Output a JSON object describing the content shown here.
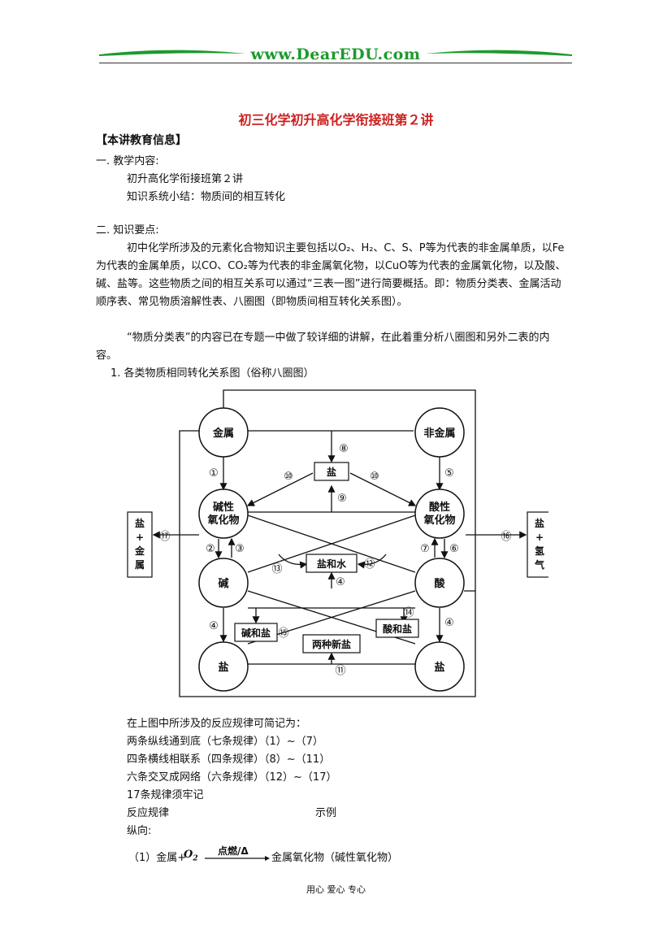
{
  "header": {
    "brand": "www.DearEDU.com"
  },
  "title": "初三化学初升高化学衔接班第２讲",
  "section_heading": "【本讲教育信息】",
  "content": {
    "item1": "一. 教学内容:",
    "line1": "初升高化学衔接班第２讲",
    "line2": "知识系统小结：物质间的相互转化",
    "item2": "二. 知识要点:",
    "para1": "初中化学所涉及的元素化合物知识主要包括以O₂、H₂、C、S、P等为代表的非金属单质，以Fe为代表的金属单质，以CO、CO₂等为代表的非金属氧化物，以CuO等为代表的金属氧化物，以及酸、碱、盐等。这些物质之间的相互关系可以通过“三表一图”进行简要概括。即：物质分类表、金属活动顺序表、常见物质溶解性表、八圈图（即物质间相互转化关系图）。",
    "para2": "“物质分类表”的内容已在专题一中做了较详细的讲解，在此着重分析八圈图和另外二表的内容。",
    "sub1": "1. 各类物质相同转化关系图（俗称八圈图）"
  },
  "diagram": {
    "nodes": {
      "metal": "金属",
      "nonmetal": "非金属",
      "basic_oxide_1": "碱性",
      "basic_oxide_2": "氧化物",
      "acidic_oxide_1": "酸性",
      "acidic_oxide_2": "氧化物",
      "base": "碱",
      "acid": "酸",
      "salt_left": "盐",
      "salt_right": "盐"
    },
    "boxes": {
      "salt_top": "盐",
      "salt_water": "盐和水",
      "base_salt": "碱和盐",
      "acid_salt": "酸和盐",
      "two_salts": "两种新盐"
    },
    "side_left": [
      "盐",
      "+",
      "金",
      "属"
    ],
    "side_right": [
      "盐",
      "+",
      "氢",
      "气"
    ],
    "labels": {
      "n1": "①",
      "n2": "②",
      "n3": "③",
      "n4a": "④",
      "n4b": "④",
      "n4c": "④",
      "n5": "⑤",
      "n6": "⑥",
      "n7": "⑦",
      "n8": "⑧",
      "n9": "⑨",
      "n10a": "⑩",
      "n10b": "⑩",
      "n11": "⑪",
      "n12": "⑫",
      "n13": "⑬",
      "n14": "⑭",
      "n15": "⑮",
      "n16": "⑯",
      "n17": "⑰"
    }
  },
  "rules": {
    "intro": "在上图中所涉及的反应规律可简记为：",
    "r1": "两条纵线通到底（七条规律）（1）~（7）",
    "r2": "四条横线相联系（四条规律）（8）~（11）",
    "r3": "六条交叉成网络（六条规律）（12）~（17）",
    "r4": "17条规律须牢记",
    "col1": "反应规律",
    "col2": "示例",
    "vertical": "纵向:",
    "eq_prefix": "（1）金属+",
    "eq_o2": "O",
    "eq_o2_sub": "2",
    "eq_condition": "点燃/Δ",
    "eq_result": "金属氧化物（碱性氧化物）"
  },
  "footer": "用心  爱心  专心"
}
